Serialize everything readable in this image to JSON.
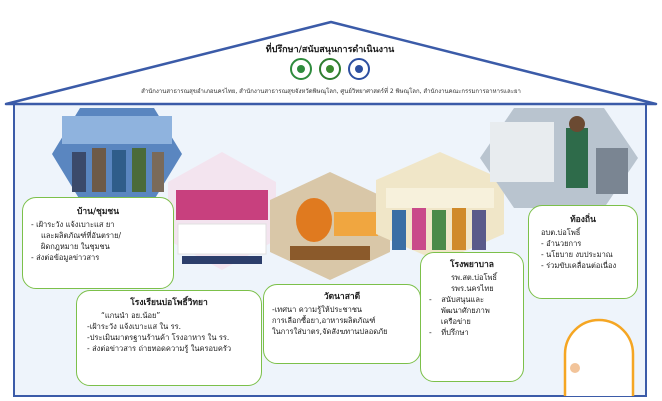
{
  "roof": {
    "title": "ที่ปรึกษา/สนับสนุนการดำเนินงาน",
    "agencies": "สำนักงานสาธารณสุขอำเภอนครไทย, สำนักงานสาธารณสุขจังหวัดพิษณุโลก, ศูนย์วิทยาศาสตร์ที่ 2 พิษณุโลก, สำนักงานคณะกรรมการอาหารและยา"
  },
  "colors": {
    "roof_line": "#3b5ba8",
    "wall_fill": "#eef4fb",
    "box_border": "#7cc04a",
    "door": "#f5a623"
  },
  "home": {
    "title": "บ้าน/ชุมชน",
    "lines": [
      "- เฝ้าระวัง แจ้งเบาะแส ยา",
      "และผลิตภัณฑ์ที่อันตราย/",
      "ผิดกฎหมาย ในชุมชน",
      "- ส่งต่อข้อมูลข่าวสาร"
    ]
  },
  "school": {
    "title": "โรงเรียนบ่อโพธิ์วิทยา",
    "lines": [
      "“แกนนำ อย.น้อย”",
      "-เฝ้าระวัง  แจ้งเบาะแส ใน รร.",
      "-ประเมินมาตรฐานร้านค้า โรงอาหาร ใน รร.",
      "- ส่งต่อข่าวสาร ถ่ายทอดความรู้ ในครอบครัว"
    ]
  },
  "temple": {
    "title": "วัดนาสาดี",
    "lines": [
      "-เทศนา ความรู้ให้ประชาชน",
      "การเลือกซื้อยา,อาหารผลิตภัณฑ์",
      "ในการใส่บาตร,จัดสังฆทานปลอดภัย"
    ]
  },
  "hospital": {
    "title": "โรงพยาบาล",
    "lines": [
      "รพ.สต.บ่อโพธิ์",
      "รพร.นครไทย",
      "-    สนับสนุนและ",
      "     พัฒนาศักยภาพ",
      "     เครือข่าย",
      "-    ที่ปรึกษา"
    ]
  },
  "local": {
    "title": "ท้องถิ่น",
    "lines": [
      "อบต.บ่อโพธิ์",
      "- อำนวยการ",
      "- นโยบาย งบประมาณ",
      "- ร่วมขับเคลื่อนต่อเนื่อง"
    ]
  }
}
